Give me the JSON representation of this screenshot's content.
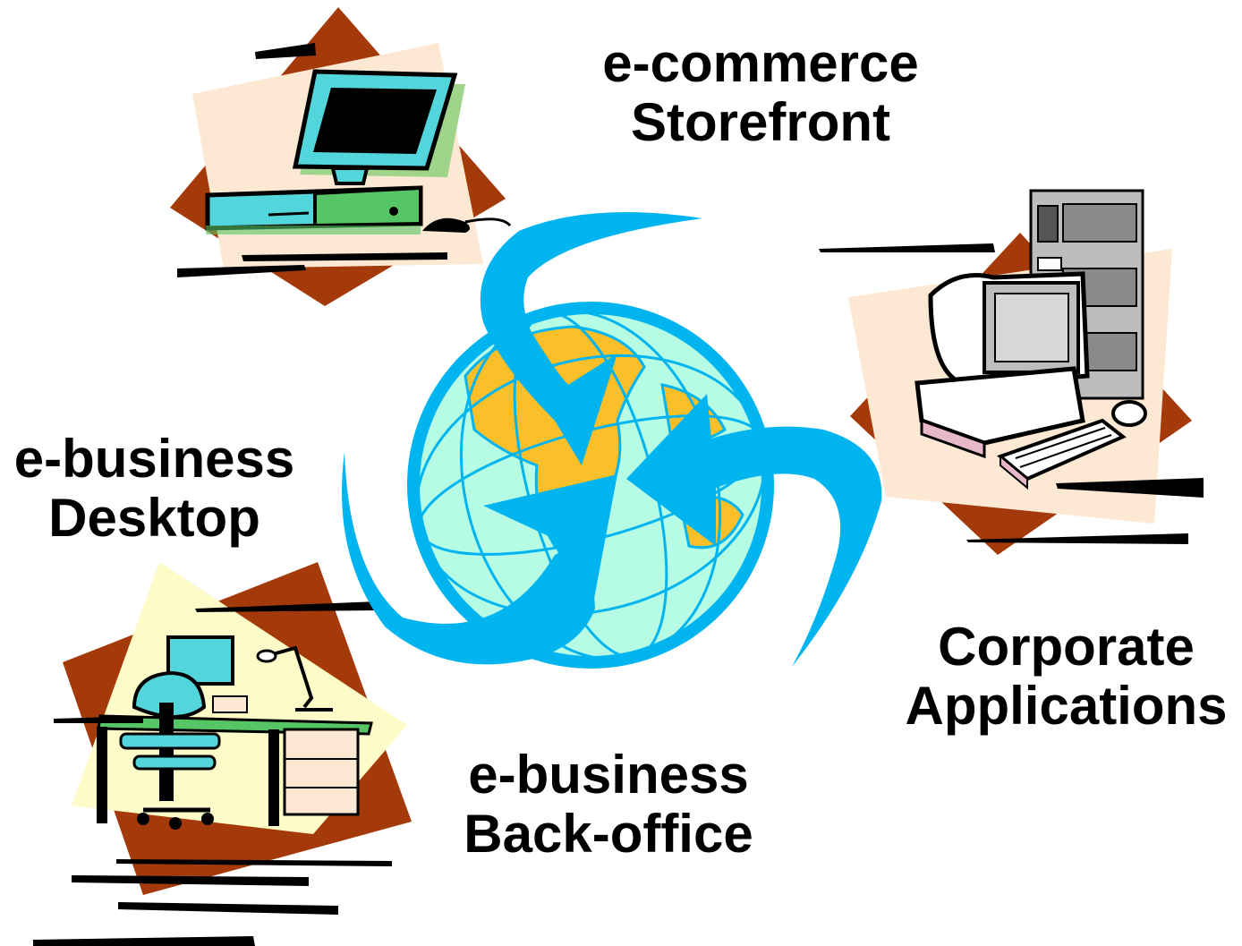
{
  "labels": {
    "storefront": {
      "line1": "e-commerce",
      "line2": "Storefront"
    },
    "desktop": {
      "line1": "e-business",
      "line2": "Desktop"
    },
    "corporate": {
      "line1": "Corporate",
      "line2": "Applications"
    },
    "backoffice": {
      "line1": "e-business",
      "line2": "Back-office"
    }
  },
  "colors": {
    "diamond": "#a43a0a",
    "card_peach": "#fde8d3",
    "card_yellow": "#fdfcc8",
    "monitor_cyan": "#52d6dc",
    "case_green": "#55c565",
    "swirl_blue": "#00b4f0",
    "globe_water": "#b6fbe4",
    "globe_land": "#fbbf2a",
    "server_gray": "#bdbdbd"
  },
  "icons": [
    "desktop-computer-icon",
    "server-workstation-icon",
    "office-desk-icon",
    "globe-swirl-icon"
  ]
}
